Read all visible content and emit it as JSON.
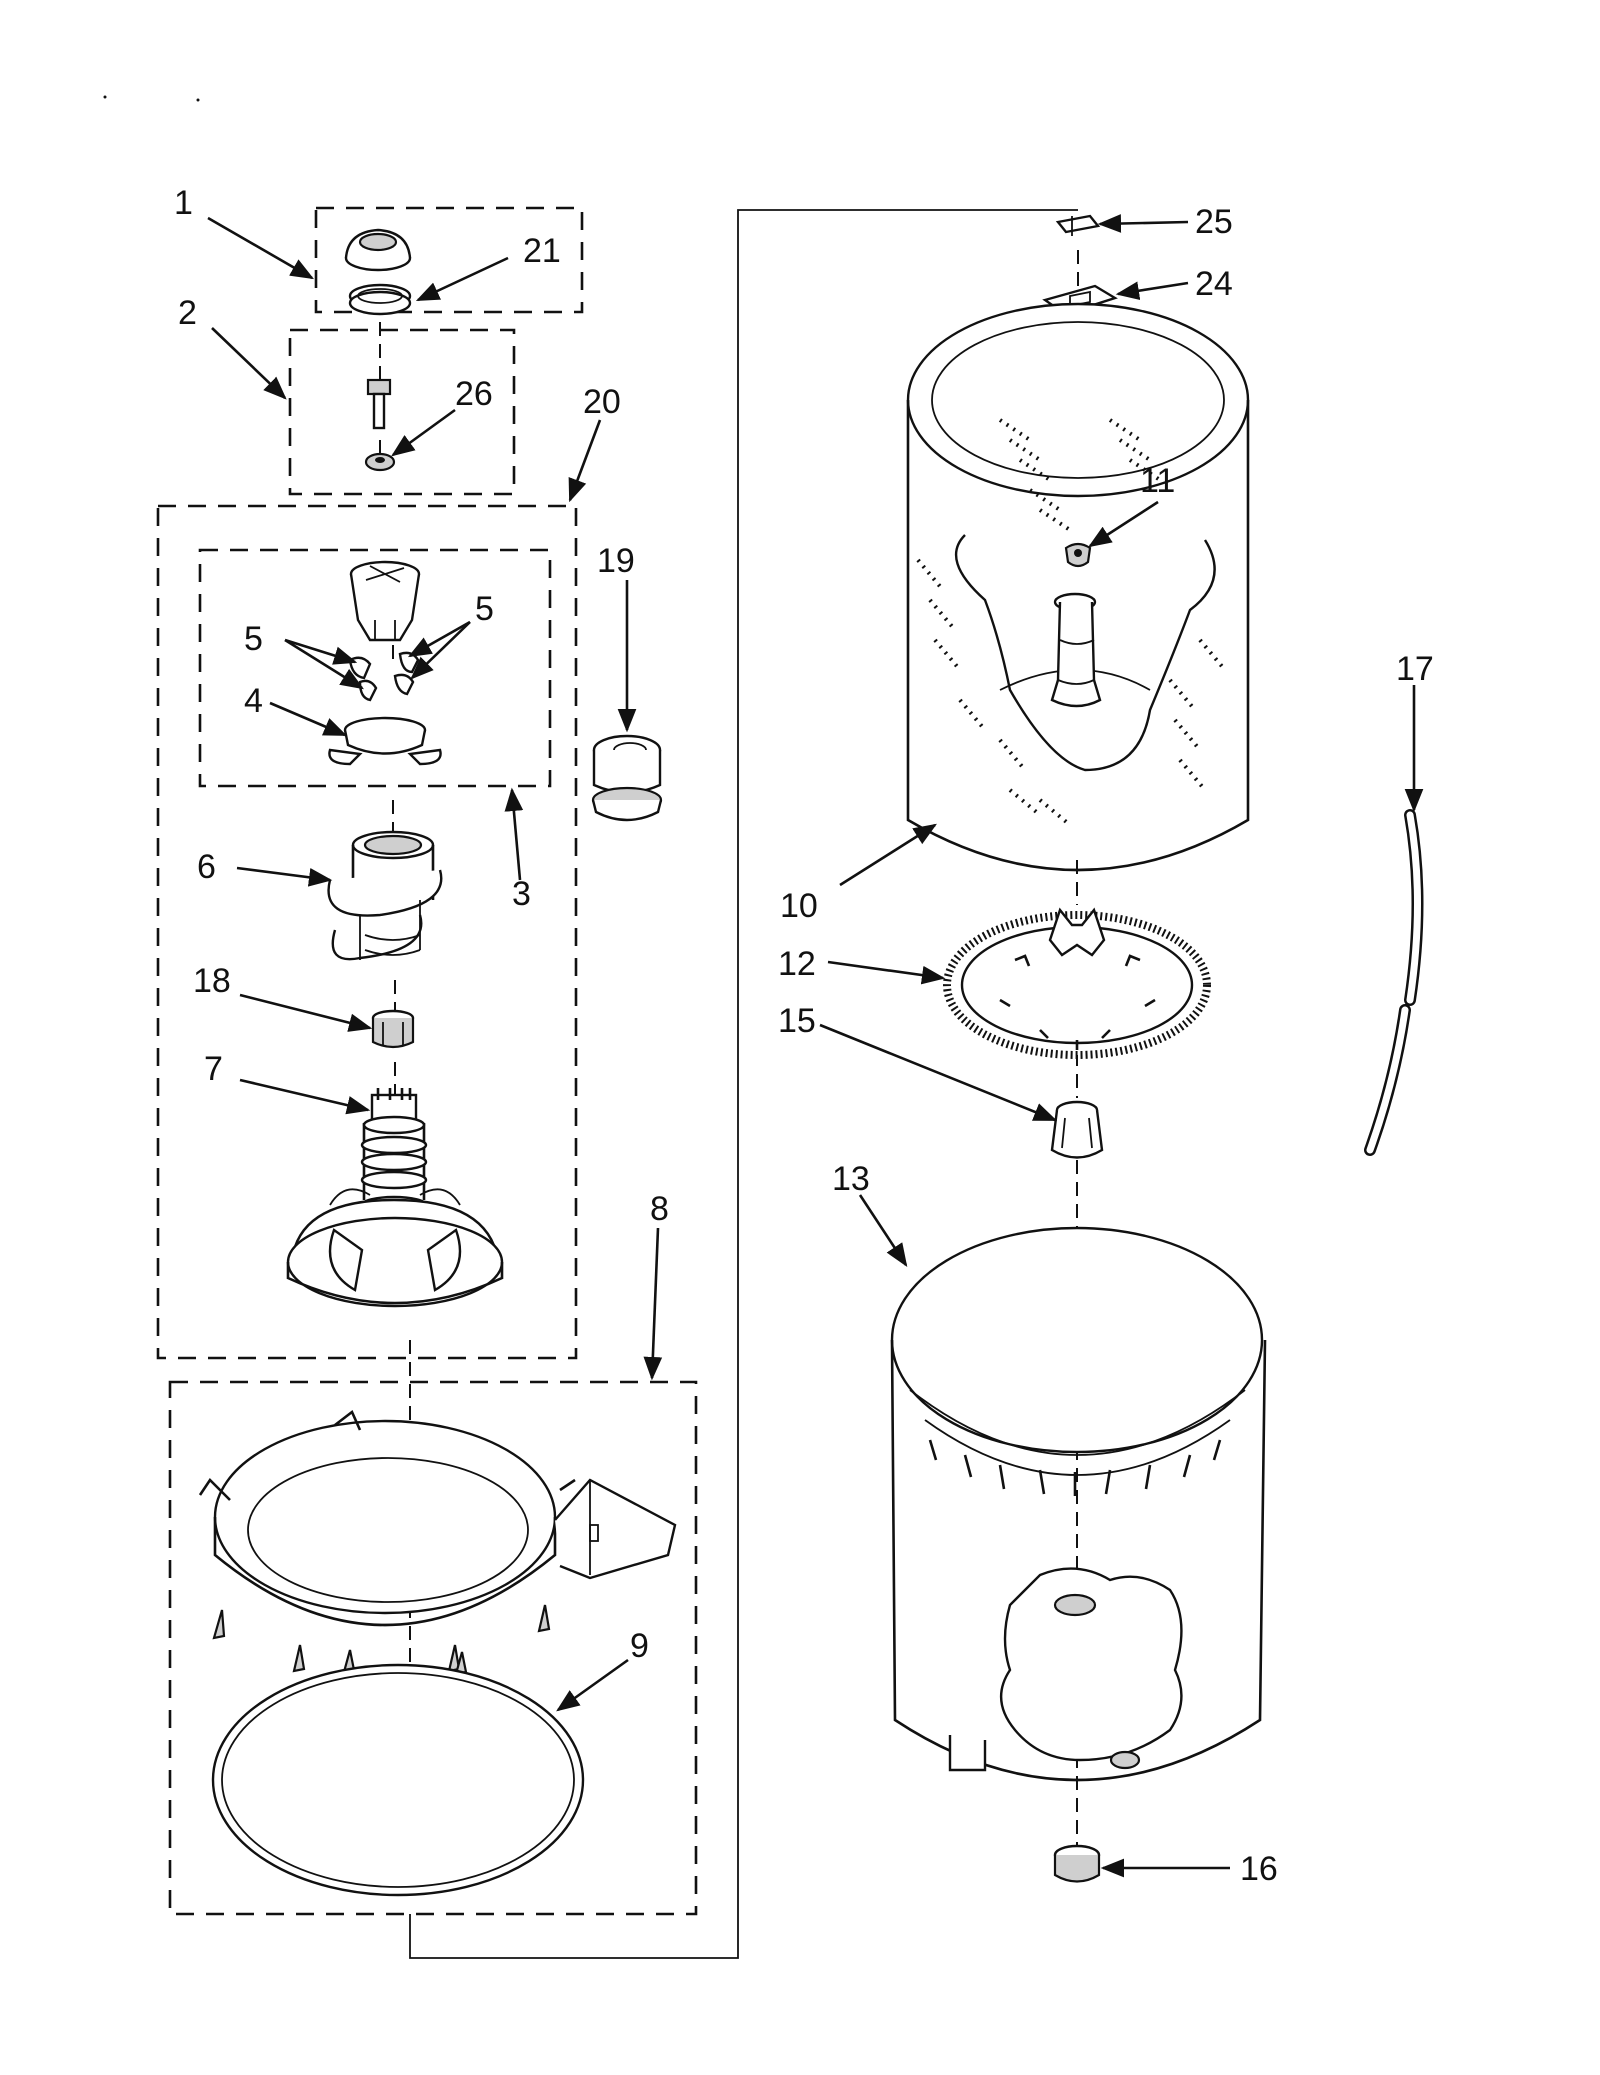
{
  "diagram": {
    "callouts": [
      "1",
      "21",
      "2",
      "26",
      "20",
      "19",
      "5",
      "5",
      "4",
      "3",
      "6",
      "18",
      "7",
      "8",
      "9",
      "25",
      "24",
      "11",
      "10",
      "12",
      "15",
      "13",
      "17",
      "16"
    ]
  }
}
